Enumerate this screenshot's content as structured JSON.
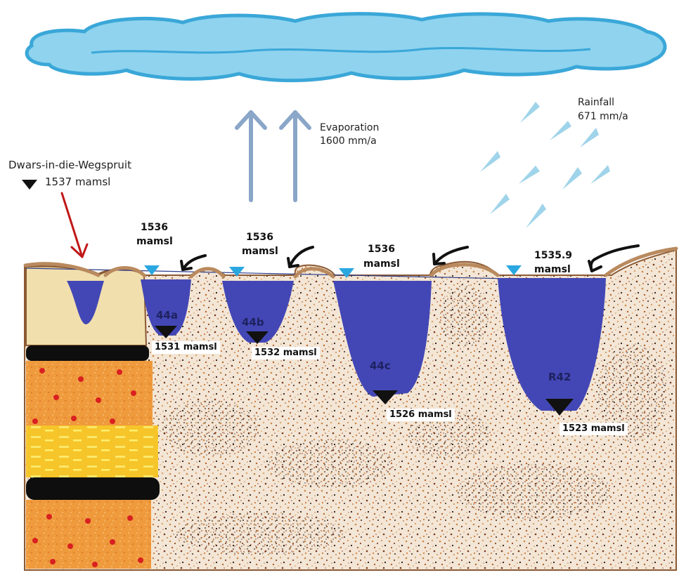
{
  "labels": {
    "site_name": "Dwars-in-die-Wegspruit",
    "site_level": "1537 mamsl",
    "evaporation_title": "Evaporation",
    "evaporation_value": "1600 mm/a",
    "rainfall_title": "Rainfall",
    "rainfall_value": "671 mm/a"
  },
  "ponds": [
    {
      "id": "44a",
      "water_level_line1": "1536",
      "water_level_line2": "mamsl",
      "bottom_level": "1531 mamsl"
    },
    {
      "id": "44b",
      "water_level_line1": "1536",
      "water_level_line2": "mamsl",
      "bottom_level": "1532 mamsl"
    },
    {
      "id": "44c",
      "water_level_line1": "1536",
      "water_level_line2": "mamsl",
      "bottom_level": "1526 mamsl"
    },
    {
      "id": "R42",
      "water_level_line1": "1535.9",
      "water_level_line2": "mamsl",
      "bottom_level": "1523 mamsl"
    }
  ],
  "colors": {
    "cloud_fill": "#8fd3ee",
    "cloud_edge": "#3aa7d8",
    "water": "#4347b5",
    "arrow_evap": "#8aa6c8",
    "rain": "#9fd4ea",
    "marker_black": "#111111",
    "marker_blue": "#2aa7e0",
    "soil_brown": "#b98a5e",
    "cream_layer": "#f1dfae",
    "orange_layer": "#ef9a3c",
    "yellow_layer": "#f7d21d",
    "red_arrow": "#c01818"
  }
}
